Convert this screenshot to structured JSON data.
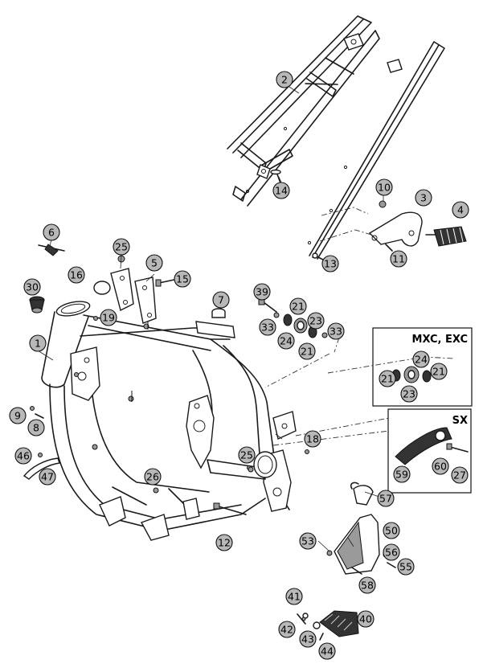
{
  "boxes": [
    {
      "id": "mxc-exc",
      "title": "MXC, EXC"
    },
    {
      "id": "sx",
      "title": "SX"
    }
  ],
  "callouts": {
    "c1": "1",
    "c2": "2",
    "c3": "3",
    "c4": "4",
    "c5": "5",
    "c6": "6",
    "c7": "7",
    "c8": "8",
    "c9": "9",
    "c10": "10",
    "c11": "11",
    "c12": "12",
    "c13": "13",
    "c14": "14",
    "c15": "15",
    "c16": "16",
    "c18": "18",
    "c19": "19",
    "c21a": "21",
    "c21b": "21",
    "c21c": "21",
    "c21d": "21",
    "c23a": "23",
    "c23b": "23",
    "c24a": "24",
    "c24b": "24",
    "c25a": "25",
    "c25b": "25",
    "c26": "26",
    "c27": "27",
    "c30": "30",
    "c33a": "33",
    "c33b": "33",
    "c39": "39",
    "c40": "40",
    "c41": "41",
    "c42": "42",
    "c43": "43",
    "c44": "44",
    "c46": "46",
    "c47": "47",
    "c50": "50",
    "c53": "53",
    "c55": "55",
    "c56": "56",
    "c57": "57",
    "c58": "58",
    "c59": "59",
    "c60": "60"
  }
}
